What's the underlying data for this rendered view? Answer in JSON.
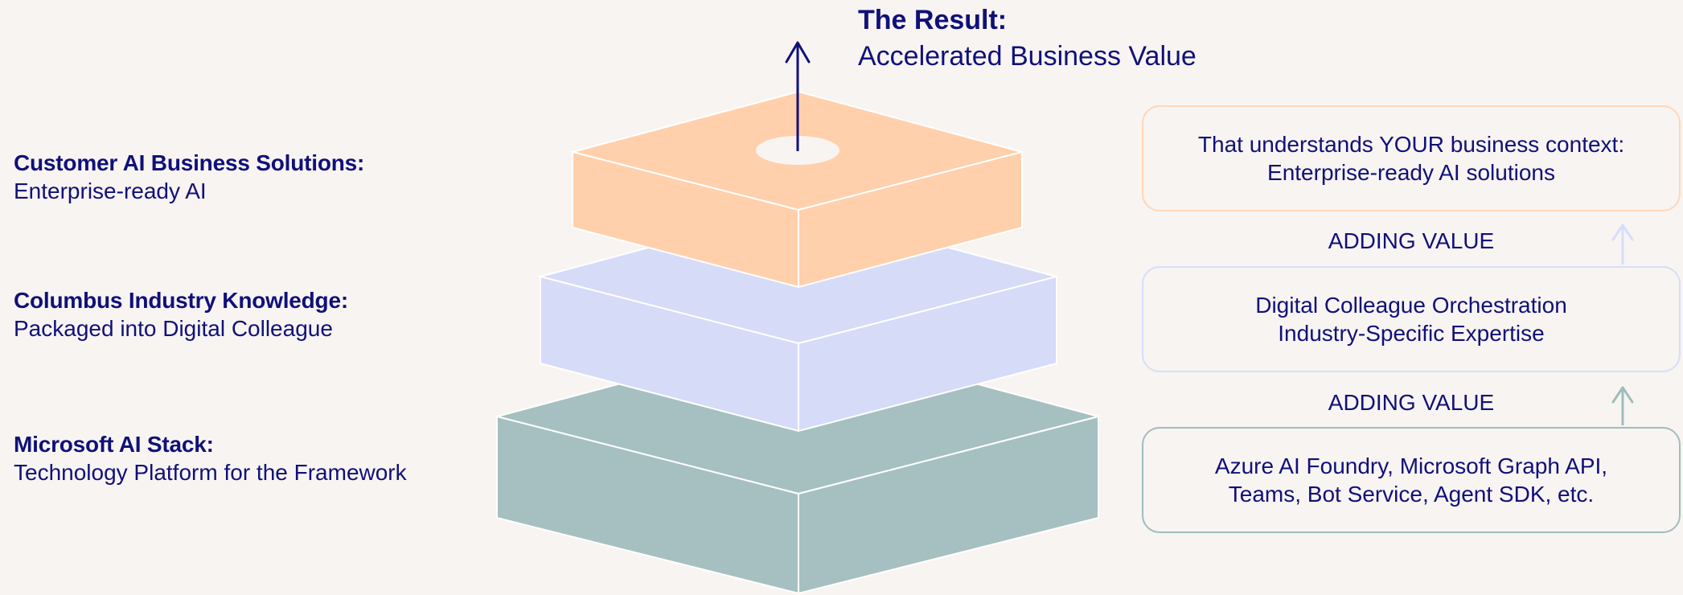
{
  "result": {
    "title": "The Result:",
    "subtitle": "Accelerated Business Value"
  },
  "layers": [
    {
      "title": "Customer AI Business Solutions:",
      "subtitle": "Enterprise-ready AI",
      "color": "#ffd0ab",
      "box_line1": "That understands YOUR business context:",
      "box_line2": "Enterprise-ready AI solutions",
      "box_border": "#ffd7b8"
    },
    {
      "title": "Columbus Industry Knowledge:",
      "subtitle": "Packaged into Digital Colleague",
      "color": "#d6dbf8",
      "box_line1": "Digital Colleague Orchestration",
      "box_line2": "Industry-Specific Expertise",
      "box_border": "#d6defa"
    },
    {
      "title": "Microsoft AI Stack:",
      "subtitle": "Technology Platform for the Framework",
      "color": "#a6c0c1",
      "box_line1": "Azure AI Foundry, Microsoft Graph API,",
      "box_line2": "Teams, Bot Service, Agent SDK, etc.",
      "box_border": "#9fbdbd"
    }
  ],
  "connectors": {
    "label_upper": "ADDING VALUE",
    "label_lower": "ADDING VALUE"
  },
  "colors": {
    "background": "#f8f4f1",
    "text": "#10107a",
    "edge": "#ffffff"
  }
}
